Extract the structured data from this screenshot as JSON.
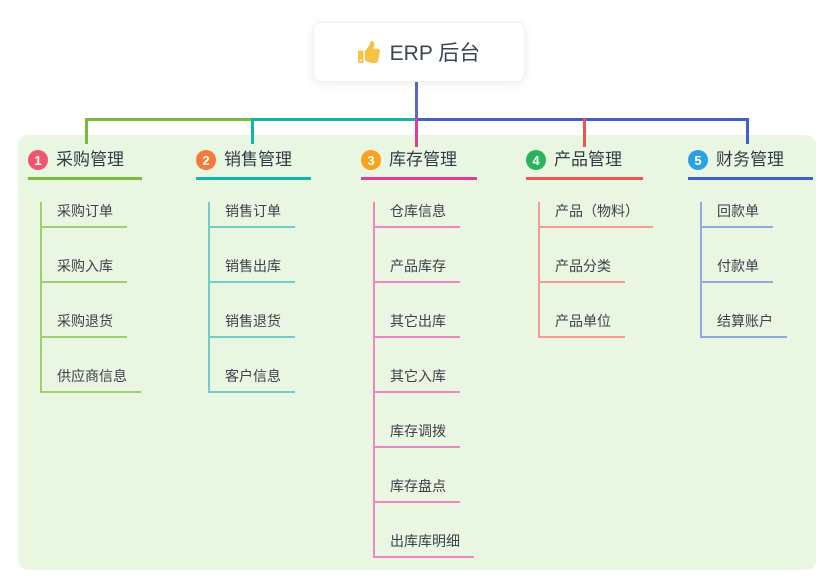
{
  "root": {
    "icon": "thumbs-up-icon",
    "title": "ERP 后台"
  },
  "branches": [
    {
      "badge": "1",
      "title": "采购管理",
      "line_color": "#7CB93E",
      "child_line_color": "#9ECE72",
      "badge_color": "#F2536D",
      "children": [
        "采购订单",
        "采购入库",
        "采购退货",
        "供应商信息"
      ]
    },
    {
      "badge": "2",
      "title": "销售管理",
      "line_color": "#12B5AB",
      "child_line_color": "#72CFC8",
      "badge_color": "#F5793A",
      "children": [
        "销售订单",
        "销售出库",
        "销售退货",
        "客户信息"
      ]
    },
    {
      "badge": "3",
      "title": "库存管理",
      "line_color": "#E23A97",
      "child_line_color": "#EF85C1",
      "badge_color": "#F9A21C",
      "children": [
        "仓库信息",
        "产品库存",
        "其它出库",
        "其它入库",
        "库存调拨",
        "库存盘点",
        "出库库明细"
      ]
    },
    {
      "badge": "4",
      "title": "产品管理",
      "line_color": "#F1534E",
      "child_line_color": "#F59A94",
      "badge_color": "#29B35D",
      "children": [
        "产品（物料）",
        "产品分类",
        "产品单位"
      ]
    },
    {
      "badge": "5",
      "title": "财务管理",
      "line_color": "#4160C7",
      "child_line_color": "#92A9DE",
      "badge_color": "#2BA2DE",
      "children": [
        "回款单",
        "付款单",
        "结算账户"
      ]
    }
  ],
  "canvas": {
    "background": "#FFFFFF",
    "panel_color": "#E9F6E1",
    "stem_color": "#5968CB"
  }
}
